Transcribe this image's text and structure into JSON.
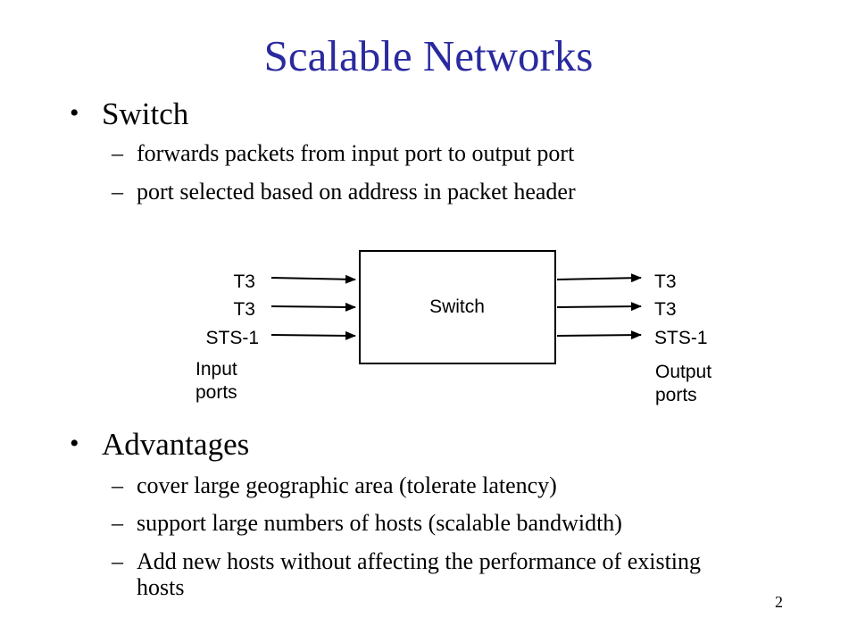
{
  "title": "Scalable Networks",
  "section1": {
    "heading": "Switch",
    "items": [
      "forwards packets from input port to output port",
      "port selected based on address in packet header"
    ]
  },
  "diagram": {
    "box_label": "Switch",
    "inputs": [
      "T3",
      "T3",
      "STS-1"
    ],
    "outputs": [
      "T3",
      "T3",
      "STS-1"
    ],
    "input_caption": [
      "Input",
      "ports"
    ],
    "output_caption": [
      "Output",
      "ports"
    ]
  },
  "section2": {
    "heading": "Advantages",
    "items": [
      "cover large geographic area (tolerate latency)",
      "support large numbers of hosts (scalable bandwidth)",
      "Add new hosts without affecting the performance of existing hosts"
    ]
  },
  "page_number": "2",
  "colors": {
    "title": "#2a2a9f",
    "text": "#000000"
  }
}
